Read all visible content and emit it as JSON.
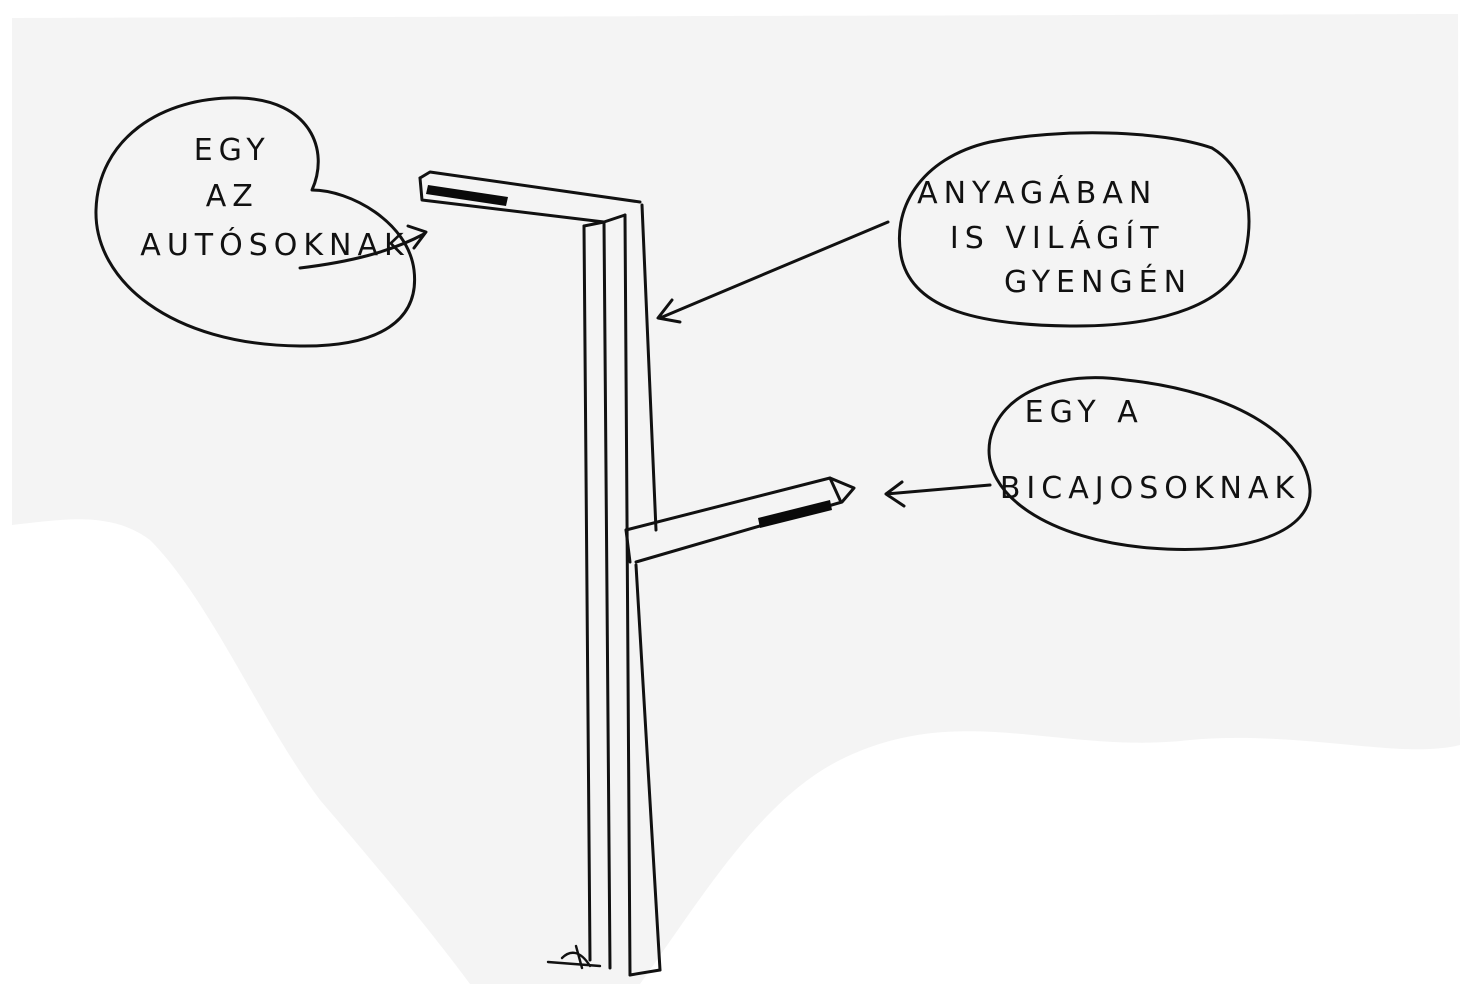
{
  "labels": {
    "car_lamp": [
      "EGY",
      "AZ",
      "AUTÓSOKNAK"
    ],
    "pole_material": [
      "ANYAGÁBAN",
      "IS VILÁGÍT",
      "GYENGÉN"
    ],
    "bike_lamp": [
      "EGY A",
      "BICAJOSOKNAK"
    ]
  },
  "colors": {
    "paper": "#f4f4f4",
    "ink": "#111111"
  }
}
